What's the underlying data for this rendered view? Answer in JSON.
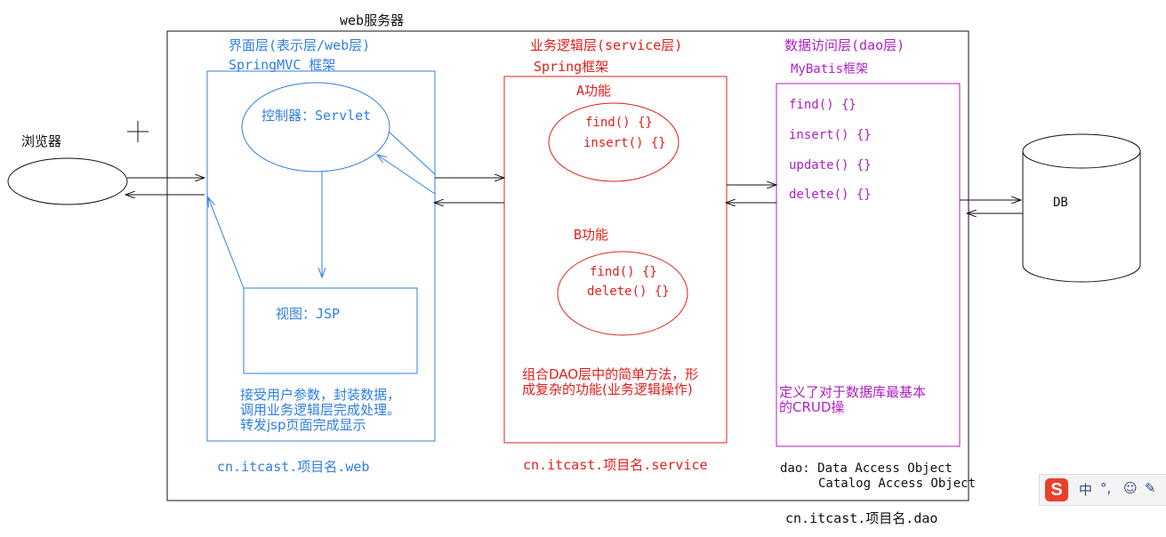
{
  "server": {
    "title": "web服务器"
  },
  "browser": {
    "label": "浏览器"
  },
  "web_layer": {
    "title": "界面层(表示层/web层)",
    "framework": "SpringMVC 框架",
    "controller": "控制器：Servlet",
    "view": "视图：JSP",
    "desc_lines": [
      "接受用户参数，封装数据，",
      "调用业务逻辑层完成处理。",
      "转发jsp页面完成显示"
    ],
    "package": "cn.itcast.项目名.web"
  },
  "service_layer": {
    "title": "业务逻辑层(service层)",
    "framework": "Spring框架",
    "func_a": {
      "label": "A功能",
      "methods": [
        "find() {}",
        "insert() {}"
      ]
    },
    "func_b": {
      "label": "B功能",
      "methods": [
        "find() {}",
        "delete() {}"
      ]
    },
    "desc_lines": [
      "组合DAO层中的简单方法，形",
      "成复杂的功能(业务逻辑操作)"
    ],
    "package": "cn.itcast.项目名.service"
  },
  "dao_layer": {
    "title": "数据访问层(dao层)",
    "framework": "MyBatis框架",
    "methods": [
      "find() {}",
      "insert() {}",
      "update() {}",
      "delete() {}"
    ],
    "desc_lines": [
      "定义了对于数据库最基本",
      "的CRUD操"
    ],
    "abbr_line1": "dao: Data Access Object",
    "abbr_line2": "Catalog Access Object",
    "package": "cn.itcast.项目名.dao"
  },
  "database": {
    "label": "DB"
  },
  "ime_toolbar": {
    "logo": "S",
    "lang": "中",
    "punct": "°,",
    "emoji": "☺",
    "pen": "✎"
  },
  "colors": {
    "web": "#2f7fe0",
    "service": "#e0201d",
    "dao": "#b01ec7",
    "line": "#111111"
  }
}
